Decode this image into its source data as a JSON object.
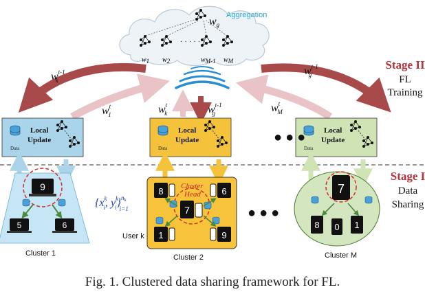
{
  "aggregation_label": "Aggregation",
  "stage2": {
    "title": "Stage II",
    "line1": "FL",
    "line2": "Training"
  },
  "stage1": {
    "title": "Stage I",
    "line1": "Data",
    "line2": "Sharing"
  },
  "local_update": {
    "line1": "Local",
    "line2": "Update",
    "data": "Data"
  },
  "clusters": {
    "c1": "Cluster 1",
    "c2": "Cluster 2",
    "cm": "Cluster M"
  },
  "cluster_head": {
    "line1": "Cluster",
    "line2": "Head"
  },
  "user_label": "User k",
  "weights": {
    "wg_top": "w",
    "wg_sup": "t-1",
    "wg_sub": "g",
    "wk_left": "w",
    "wk_left_sup": "t-1",
    "wk_left_sub": "k",
    "w1": "w",
    "w1_sup": "t",
    "w1_sub": "1",
    "wk_mid": "w",
    "wk_mid_sup": "t",
    "wk_mid_sub": "k",
    "wg_mid": "w",
    "wg_mid_sup": "t-1",
    "wg_mid_sub": "g",
    "wm": "w",
    "wm_sup": "t",
    "wm_sub": "M",
    "wg_right": "w",
    "wg_right_sup": "t-1",
    "wg_right_sub": "g",
    "cloud_w1": "w",
    "cloud_w1_sub": "1",
    "cloud_w2": "w",
    "cloud_w2_sub": "2",
    "cloud_wm1": "w",
    "cloud_wm1_sub": "M-1",
    "cloud_wm": "w",
    "cloud_wm_sub": "M"
  },
  "dataset_label": {
    "prefix": "{x",
    "mid": ", y",
    "suffix": "}",
    "sup_k": "k",
    "sub_i": "i",
    "upper": "n",
    "lower": "i=1",
    "nk_sub": "k"
  },
  "digits": {
    "c1": [
      "9",
      "5",
      "6"
    ],
    "c2": [
      "7",
      "8",
      "6",
      "1",
      "9"
    ],
    "cm": [
      "7",
      "8",
      "0",
      "1"
    ]
  },
  "ellipsis": "● ● ●",
  "caption": "Fig. 1. Clustered data sharing framework for FL.",
  "colors": {
    "blue_box": "#a9d4ea",
    "yellow_box": "#f5c33b",
    "green_box": "#cfe3b5",
    "arrow_red": "#a94a4a",
    "arrow_pink": "#e9c3c6",
    "cluster1_bg": "#c6e6f5",
    "cluster2_bg": "#f7c33a",
    "clusterM_bg": "#d4e6c0",
    "stage_red": "#b5323a",
    "aggregation_blue": "#2aa6d6"
  }
}
